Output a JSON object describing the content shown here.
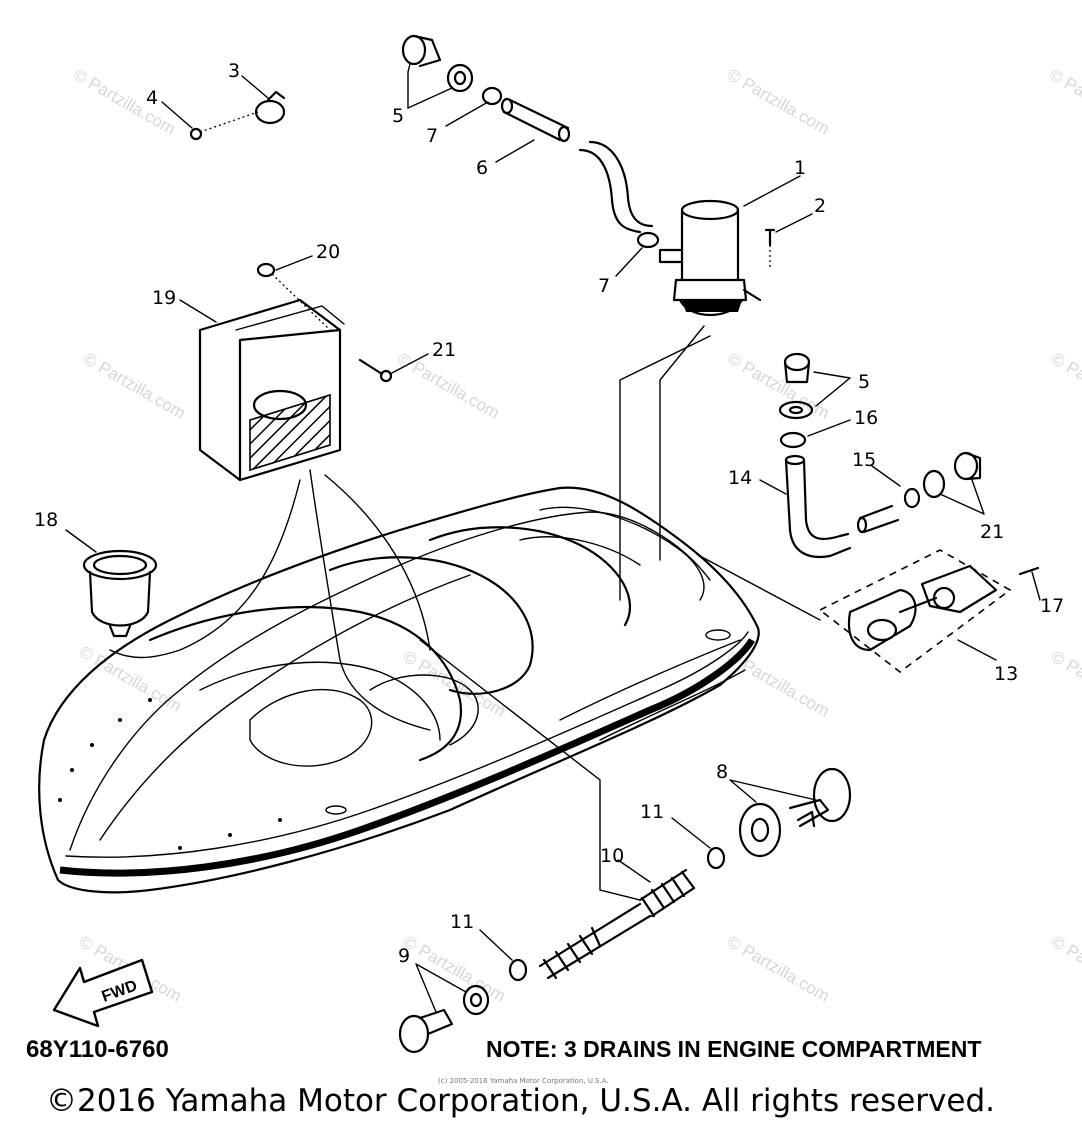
{
  "diagram": {
    "callouts": [
      "1",
      "2",
      "3",
      "4",
      "5",
      "5",
      "6",
      "7",
      "7",
      "8",
      "9",
      "10",
      "11",
      "11",
      "13",
      "14",
      "15",
      "16",
      "17",
      "18",
      "19",
      "20",
      "21",
      "21"
    ],
    "fwd_arrow_label": "FWD",
    "watermark_text": "© Partzilla.com"
  },
  "footer": {
    "part_code": "68Y110-6760",
    "note": "NOTE: 3 DRAINS IN ENGINE COMPARTMENT",
    "small_copyright": "(c) 2005-2016 Yamaha Motor Corporation, U.S.A.",
    "copyright": "©2016 Yamaha Motor Corporation, U.S.A. All rights reserved."
  }
}
